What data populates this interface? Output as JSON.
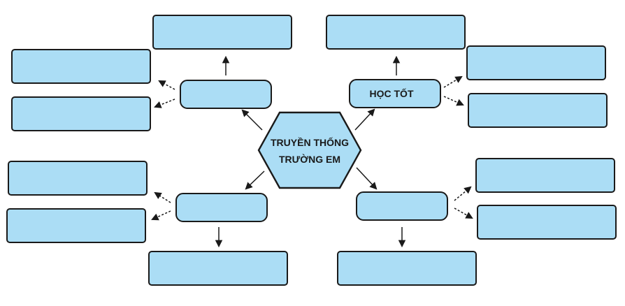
{
  "center": {
    "line1": "TRUYỀN THỐNG",
    "line2": "TRƯỜNG EM"
  },
  "branches": {
    "top_left": {
      "label": ""
    },
    "top_right": {
      "label": "HỌC TỐT"
    },
    "bottom_left": {
      "label": ""
    },
    "bottom_right": {
      "label": ""
    }
  },
  "colors": {
    "box_fill": "#abddf5",
    "stroke": "#1a1a1a"
  }
}
